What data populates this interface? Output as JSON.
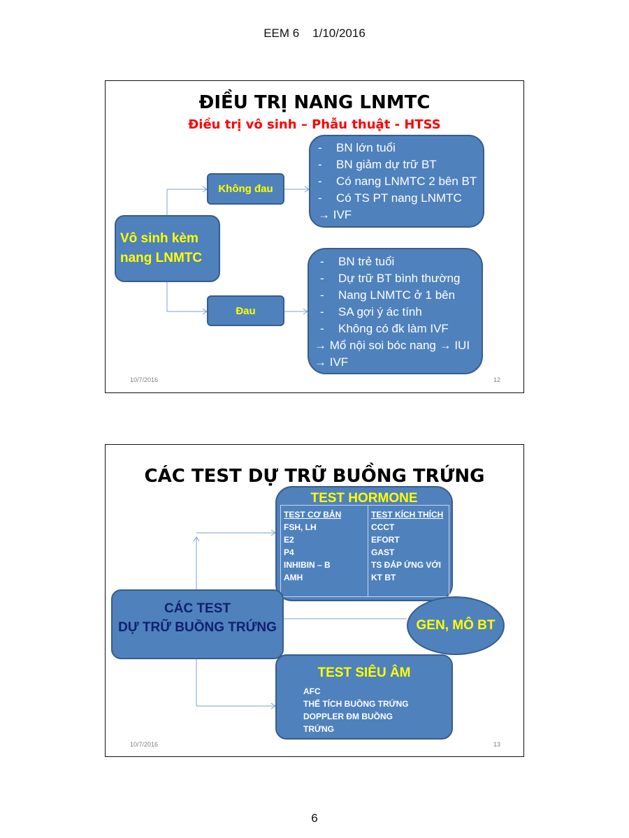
{
  "header": {
    "doc": "EEM 6",
    "date": "1/10/2016"
  },
  "page_number": "6",
  "slide1": {
    "title": "ĐIỀU TRỊ NANG LNMTC",
    "subtitle": "Điều trị vô sinh – Phẫu thuật - HTSS",
    "root": {
      "line1": "Vô sinh  kèm",
      "line2": "nang  LNMTC"
    },
    "branch_no_pain": "Không đau",
    "branch_pain": "Đau",
    "no_pain_items": [
      "BN lớn tuổi",
      "BN giảm dự trữ BT",
      "Có nang LNMTC 2 bên BT",
      "Có TS PT nang LNMTC"
    ],
    "no_pain_result": "→ IVF",
    "pain_items": [
      "BN trẻ tuổi",
      "Dự trữ BT bình thường",
      "Nang LNMTC ở 1 bên",
      "SA gợi ý ác tính",
      "Không có đk làm IVF"
    ],
    "pain_result": "→ Mổ nội soi bóc nang → IUI → IVF",
    "footer_date": "10/7/2016",
    "slide_number": "12"
  },
  "slide2": {
    "title": "CÁC TEST DỰ TRỮ BUỒNG TRỨNG",
    "root": {
      "line1": "CÁC TEST",
      "line2": "DỰ TRỮ BUỒNG TRỨNG"
    },
    "hormone": {
      "title": "TEST HORMONE",
      "col1_header": "TEST CƠ BẢN",
      "col1": [
        "FSH, LH",
        "E2",
        "P4",
        "INHIBIN – B",
        "AMH"
      ],
      "col2_header": "TEST KÍCH THÍCH",
      "col2": [
        "CCCT",
        "EFORT",
        "GAST",
        "TS ĐÁP ỨNG VỚI",
        "KT BT"
      ]
    },
    "gene": "GEN, MÔ BT",
    "ultrasound": {
      "title": "TEST SIÊU ÂM",
      "items": [
        "AFC",
        "THỂ TÍCH BUỒNG TRỨNG",
        "DOPPLER ĐM BUỒNG",
        "TRỨNG"
      ]
    },
    "footer_date": "10/7/2016",
    "slide_number": "13"
  },
  "colors": {
    "box": "#4f81bd",
    "box_border": "#385d8a",
    "yellow": "#ffff00",
    "red": "#ff0000",
    "navy": "#10206e"
  }
}
